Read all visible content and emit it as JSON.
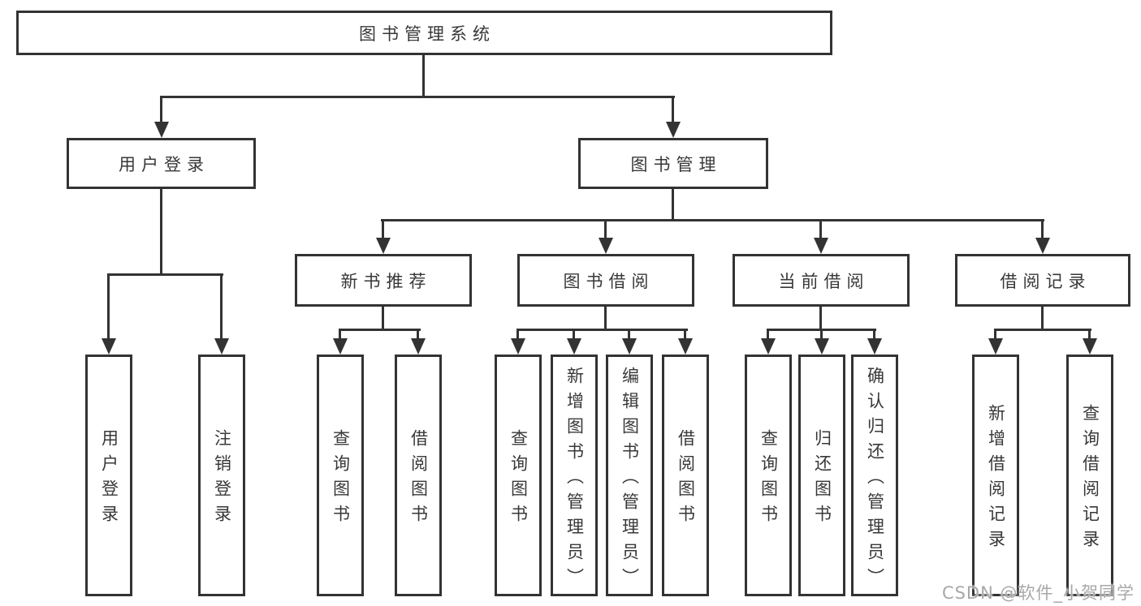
{
  "diagram": {
    "root": {
      "label": "图书管理系统"
    },
    "level2": [
      {
        "label": "用户登录",
        "children": [
          {
            "label": "用户登录"
          },
          {
            "label": "注销登录"
          }
        ]
      },
      {
        "label": "图书管理",
        "children": [
          {
            "label": "新书推荐",
            "children": [
              {
                "label": "查询图书"
              },
              {
                "label": "借阅图书"
              }
            ]
          },
          {
            "label": "图书借阅",
            "children": [
              {
                "label": "查询图书"
              },
              {
                "label": "新增图书（管理员）"
              },
              {
                "label": "编辑图书（管理员）"
              },
              {
                "label": "借阅图书"
              }
            ]
          },
          {
            "label": "当前借阅",
            "children": [
              {
                "label": "查询图书"
              },
              {
                "label": "归还图书"
              },
              {
                "label": "确认归还（管理员）"
              }
            ]
          },
          {
            "label": "借阅记录",
            "children": [
              {
                "label": "新增借阅记录"
              },
              {
                "label": "查询借阅记录"
              }
            ]
          }
        ]
      }
    ]
  },
  "watermark": {
    "text": "CSDN @软件_小贺同学"
  },
  "colors": {
    "line": "#333333",
    "text": "#383838",
    "watermark": "#a8a8a8",
    "background": "#ffffff"
  }
}
